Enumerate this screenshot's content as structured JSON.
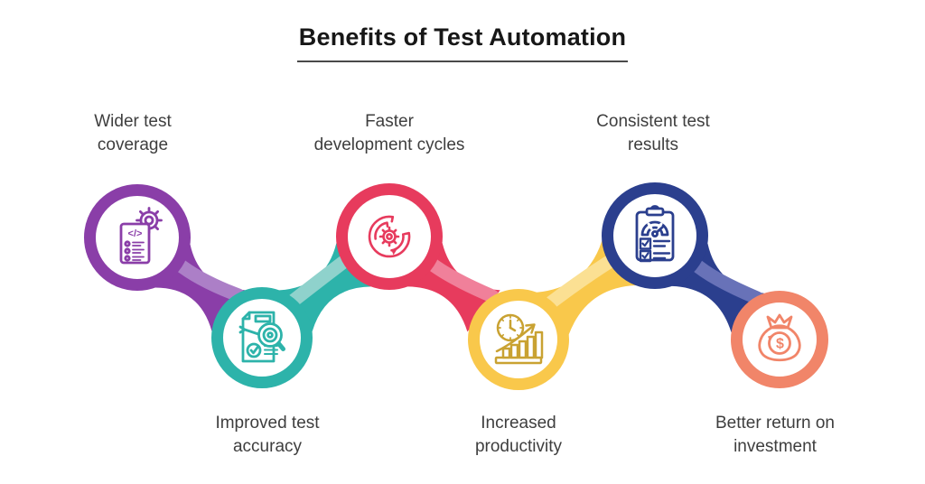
{
  "title": "Benefits of Test Automation",
  "nodes": [
    {
      "id": "wider-test-coverage",
      "line1": "Wider test",
      "line2": "coverage",
      "color": "#8A3EA8",
      "light": "#AC7FC7",
      "icon_color": "#8A3EA8",
      "glyph": "</>"
    },
    {
      "id": "improved-test-accuracy",
      "line1": "Improved test",
      "line2": "accuracy",
      "color": "#2DB3AA",
      "light": "#8FD2CC",
      "icon_color": "#2DB3AA"
    },
    {
      "id": "faster-development-cycles",
      "line1": "Faster",
      "line2": "development cycles",
      "color": "#E73B5D",
      "light": "#F0809A",
      "icon_color": "#E73B5D"
    },
    {
      "id": "increased-productivity",
      "line1": "Increased",
      "line2": "productivity",
      "color": "#F9C84B",
      "light": "#FBE093",
      "icon_color": "#C9A232"
    },
    {
      "id": "consistent-test-results",
      "line1": "Consistent test",
      "line2": "results",
      "color": "#2B3F8E",
      "light": "#6872B8",
      "icon_color": "#2B3F8E"
    },
    {
      "id": "better-return-on-investment",
      "line1": "Better return on",
      "line2": "investment",
      "color": "#F18569",
      "icon_color": "#F18569",
      "glyph": "$"
    }
  ]
}
